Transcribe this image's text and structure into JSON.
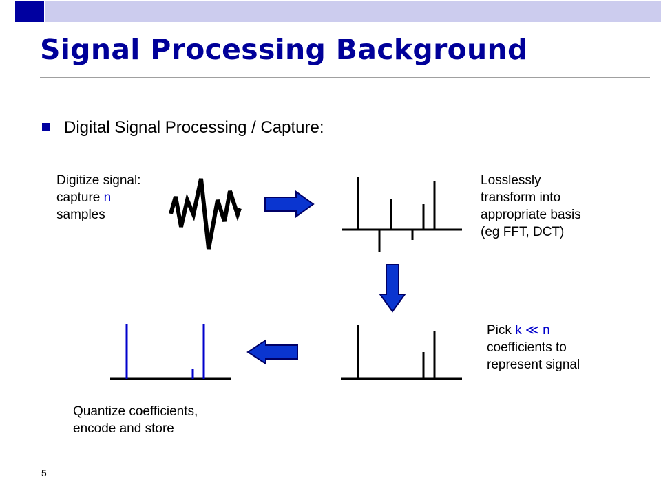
{
  "colors": {
    "accent_dark": "#0000a0",
    "accent_light": "#ccccee",
    "title": "#000099",
    "highlight": "#0000cc",
    "arrow_fill": "#0a35d0",
    "arrow_stroke": "#000066",
    "stem": "#000000",
    "kept_stem": "#0000cc"
  },
  "slide": {
    "title": "Signal Processing Background",
    "bullet": "Digital Signal Processing / Capture:",
    "page_number": "5"
  },
  "labels": {
    "digitize": {
      "line1": "Digitize signal:",
      "line2_pre": "capture ",
      "line2_var": "n",
      "line3": "samples"
    },
    "transform": {
      "line1": "Losslessly",
      "line2": "transform into",
      "line3": "appropriate basis",
      "line4": "(eg FFT, DCT)"
    },
    "pick": {
      "line1_pre": "Pick ",
      "line1_var": "k ≪ n",
      "line2": "coefficients to",
      "line3": "represent signal"
    },
    "quantize": {
      "line1": "Quantize coefficients,",
      "line2": "encode and store"
    }
  },
  "icons": [
    "zigzag-signal-icon",
    "arrow-right-icon",
    "arrow-down-icon",
    "arrow-left-icon"
  ]
}
